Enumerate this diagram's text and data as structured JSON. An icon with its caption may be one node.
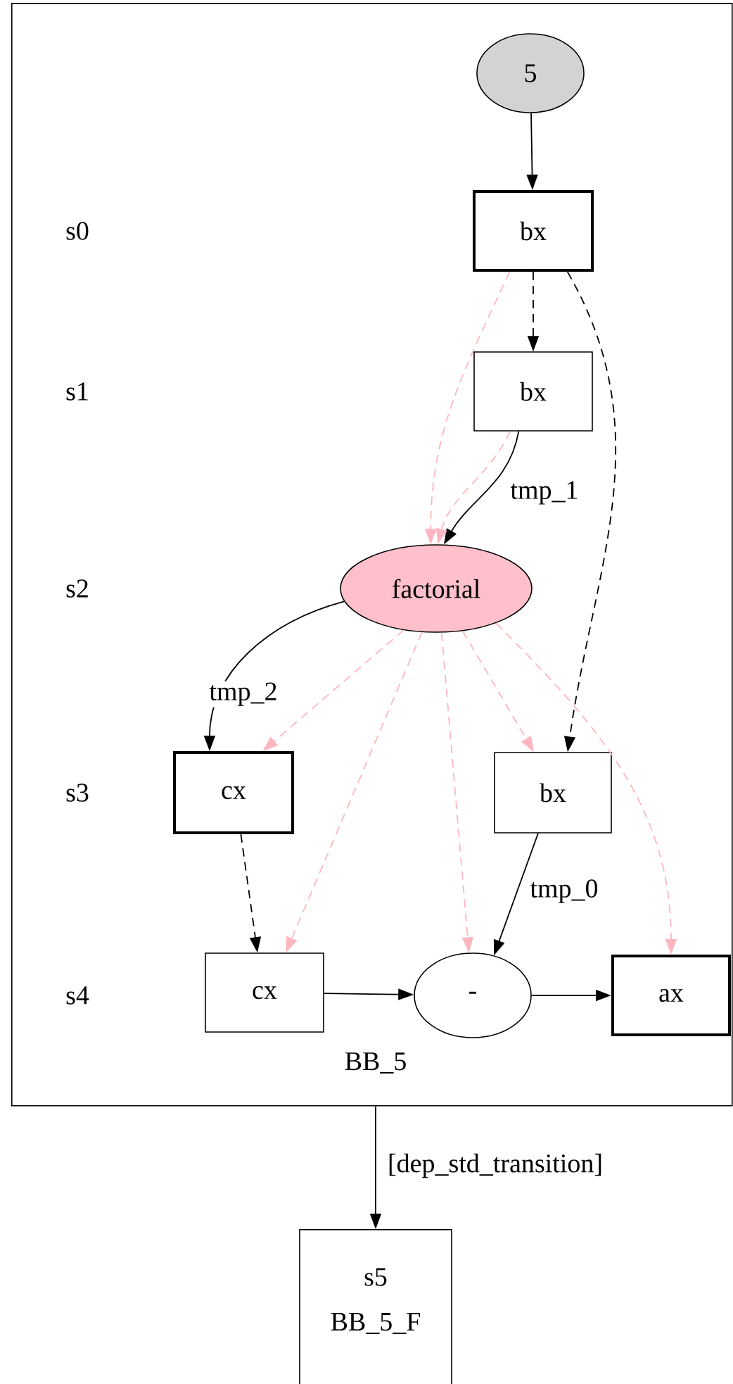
{
  "diagram": {
    "nodes": [
      {
        "text": [
          "BB_5"
        ]
      },
      {
        "text": [
          "5"
        ],
        "in": 0
      },
      {
        "text": [
          "bx"
        ],
        "in": 0
      },
      {
        "text": [
          "bx"
        ],
        "in": 0
      },
      {
        "text": [
          "factorial"
        ],
        "in": 0
      },
      {
        "text": [
          "cx"
        ],
        "in": 0
      },
      {
        "text": [
          "bx"
        ],
        "in": 0
      },
      {
        "text": [
          "cx"
        ],
        "in": 0
      },
      {
        "text": [
          "-"
        ],
        "in": 0
      },
      {
        "text": [
          "ax"
        ],
        "in": 0
      },
      {
        "text": [
          "s5",
          "BB_5_F"
        ]
      }
    ],
    "edges": [
      {
        "from": 1,
        "to": 2,
        "arrow": "to"
      },
      {
        "from": 2,
        "to": 3,
        "arrow": "to",
        "style": "dashed"
      },
      {
        "from": 2,
        "to": 4,
        "arrow": "to",
        "style": "dashed",
        "color": "#ffb6c1"
      },
      {
        "from": 2,
        "to": 6,
        "arrow": "to",
        "style": "dashed"
      },
      {
        "from": 3,
        "to": 4,
        "arrow": "to",
        "label": "tmp_1"
      },
      {
        "from": 3,
        "to": 4,
        "arrow": "to",
        "style": "dashed",
        "color": "#ffb6c1"
      },
      {
        "from": 4,
        "to": 5,
        "arrow": "to",
        "label": "tmp_2"
      },
      {
        "from": 4,
        "to": 5,
        "arrow": "to",
        "style": "dashed",
        "color": "#ffb6c1"
      },
      {
        "from": 4,
        "to": 7,
        "arrow": "to",
        "style": "dashed",
        "color": "#ffb6c1"
      },
      {
        "from": 4,
        "to": 8,
        "arrow": "to",
        "style": "dashed",
        "color": "#ffb6c1"
      },
      {
        "from": 4,
        "to": 6,
        "arrow": "to",
        "style": "dashed",
        "color": "#ffb6c1"
      },
      {
        "from": 4,
        "to": 9,
        "arrow": "to",
        "style": "dashed",
        "color": "#ffb6c1"
      },
      {
        "from": 5,
        "to": 7,
        "arrow": "to",
        "style": "dashed"
      },
      {
        "from": 6,
        "to": 8,
        "arrow": "to",
        "label": "tmp_0"
      },
      {
        "from": 7,
        "to": 8,
        "arrow": "to"
      },
      {
        "from": 8,
        "to": 9,
        "arrow": "to"
      },
      {
        "from": 0,
        "to": 10,
        "arrow": "to",
        "label": "[dep_std_transition]"
      }
    ],
    "labels": [
      "s0",
      "s1",
      "s2",
      "s3",
      "s4"
    ]
  }
}
